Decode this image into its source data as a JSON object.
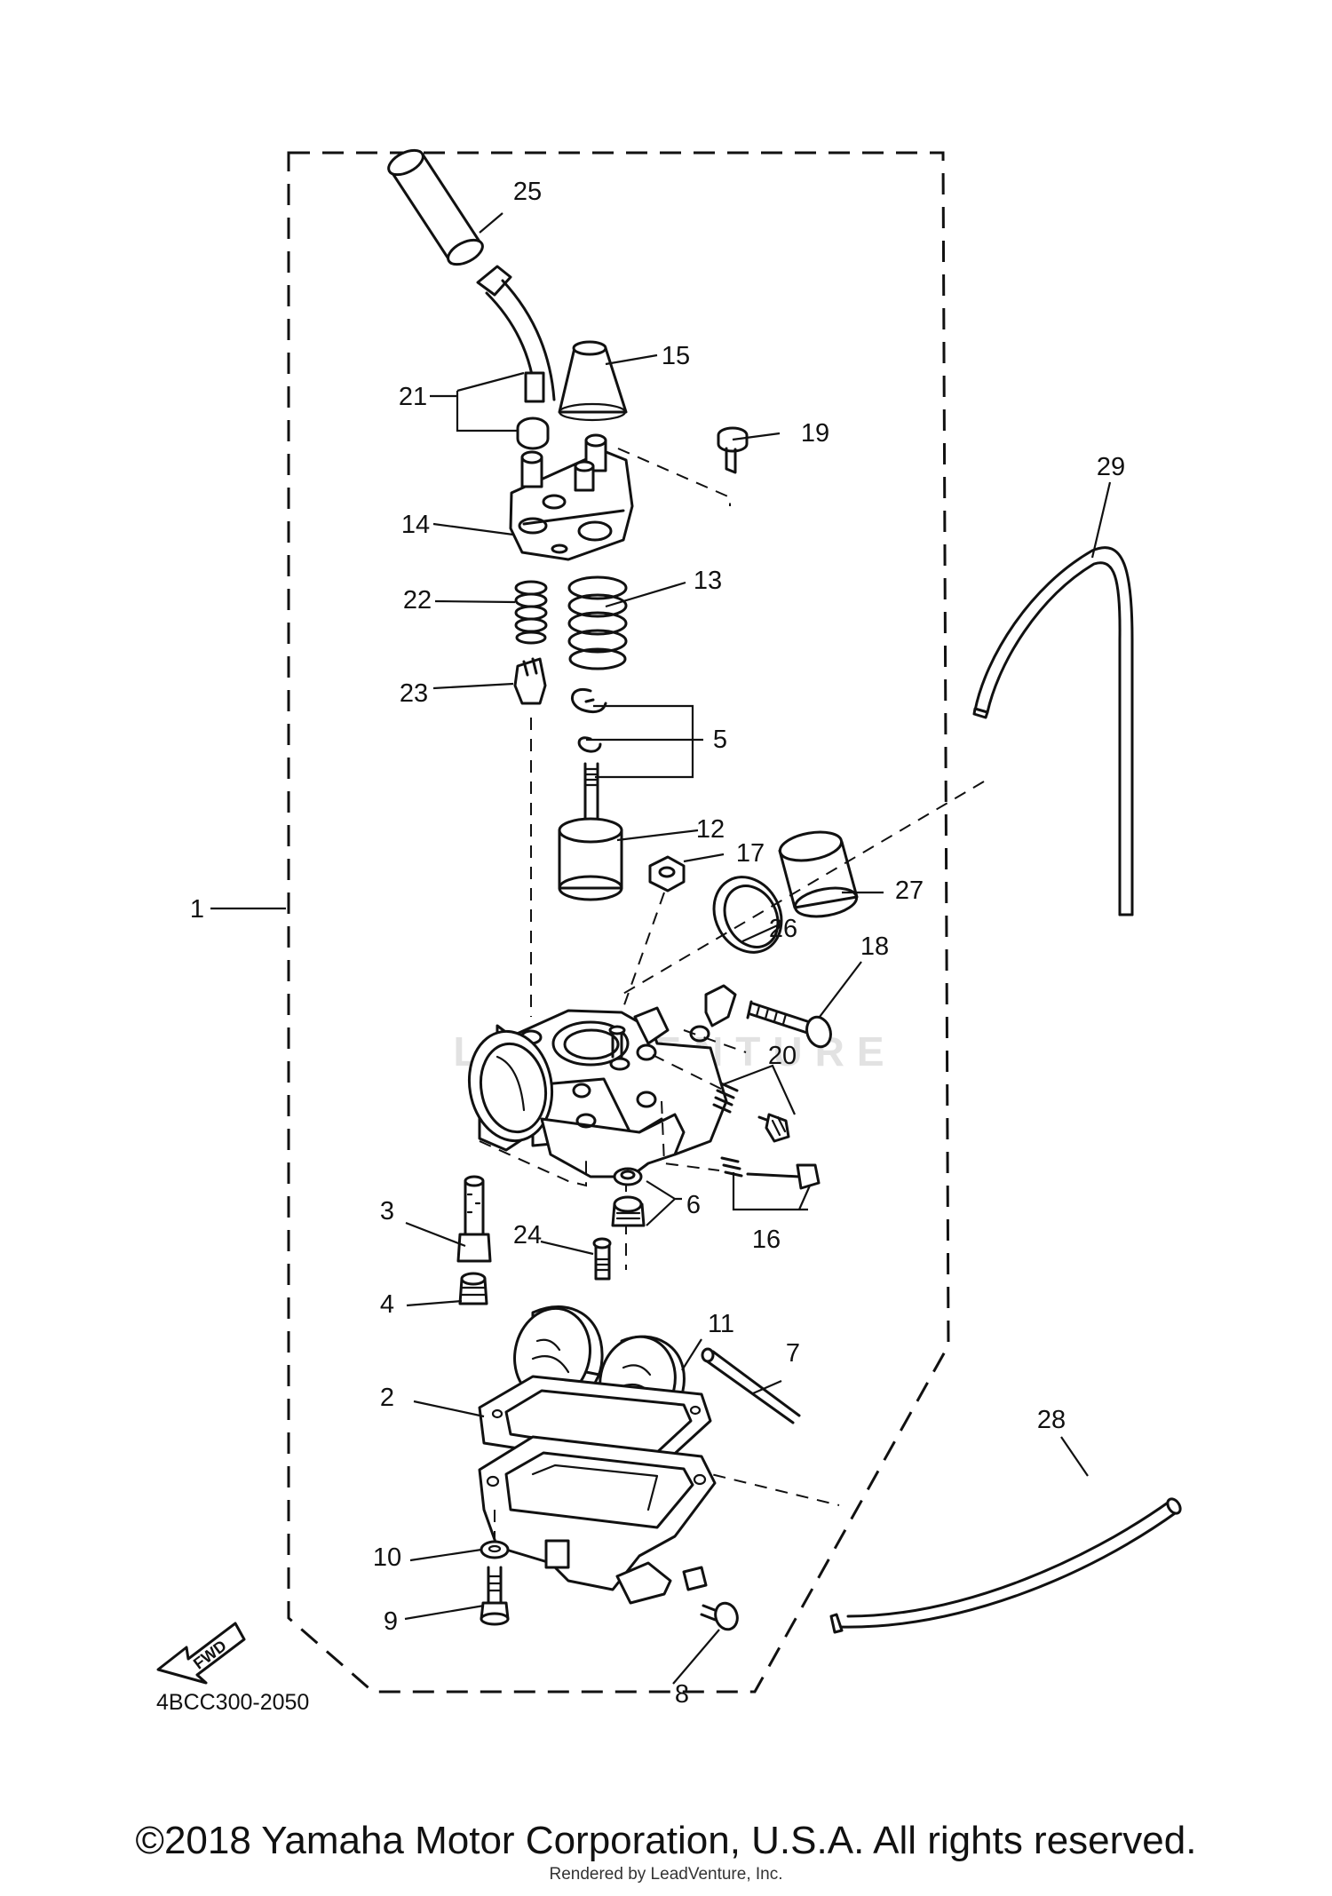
{
  "diagram": {
    "drawing_code": "4BCC300-2050",
    "fwd_label": "FWD",
    "watermark": "LEADVENTURE",
    "callouts": [
      {
        "id": "1",
        "label": "1"
      },
      {
        "id": "2",
        "label": "2"
      },
      {
        "id": "3",
        "label": "3"
      },
      {
        "id": "4",
        "label": "4"
      },
      {
        "id": "5",
        "label": "5"
      },
      {
        "id": "6",
        "label": "6"
      },
      {
        "id": "7",
        "label": "7"
      },
      {
        "id": "8",
        "label": "8"
      },
      {
        "id": "9",
        "label": "9"
      },
      {
        "id": "10",
        "label": "10"
      },
      {
        "id": "11",
        "label": "11"
      },
      {
        "id": "12",
        "label": "12"
      },
      {
        "id": "13",
        "label": "13"
      },
      {
        "id": "14",
        "label": "14"
      },
      {
        "id": "15",
        "label": "15"
      },
      {
        "id": "16",
        "label": "16"
      },
      {
        "id": "17",
        "label": "17"
      },
      {
        "id": "18",
        "label": "18"
      },
      {
        "id": "19",
        "label": "19"
      },
      {
        "id": "20",
        "label": "20"
      },
      {
        "id": "21",
        "label": "21"
      },
      {
        "id": "22",
        "label": "22"
      },
      {
        "id": "23",
        "label": "23"
      },
      {
        "id": "24",
        "label": "24"
      },
      {
        "id": "25",
        "label": "25"
      },
      {
        "id": "26",
        "label": "26"
      },
      {
        "id": "27",
        "label": "27"
      },
      {
        "id": "28",
        "label": "28"
      },
      {
        "id": "29",
        "label": "29"
      }
    ]
  },
  "footer": {
    "copyright": "©2018 Yamaha Motor Corporation, U.S.A. All rights reserved.",
    "rendered_by": "Rendered by LeadVenture, Inc."
  }
}
